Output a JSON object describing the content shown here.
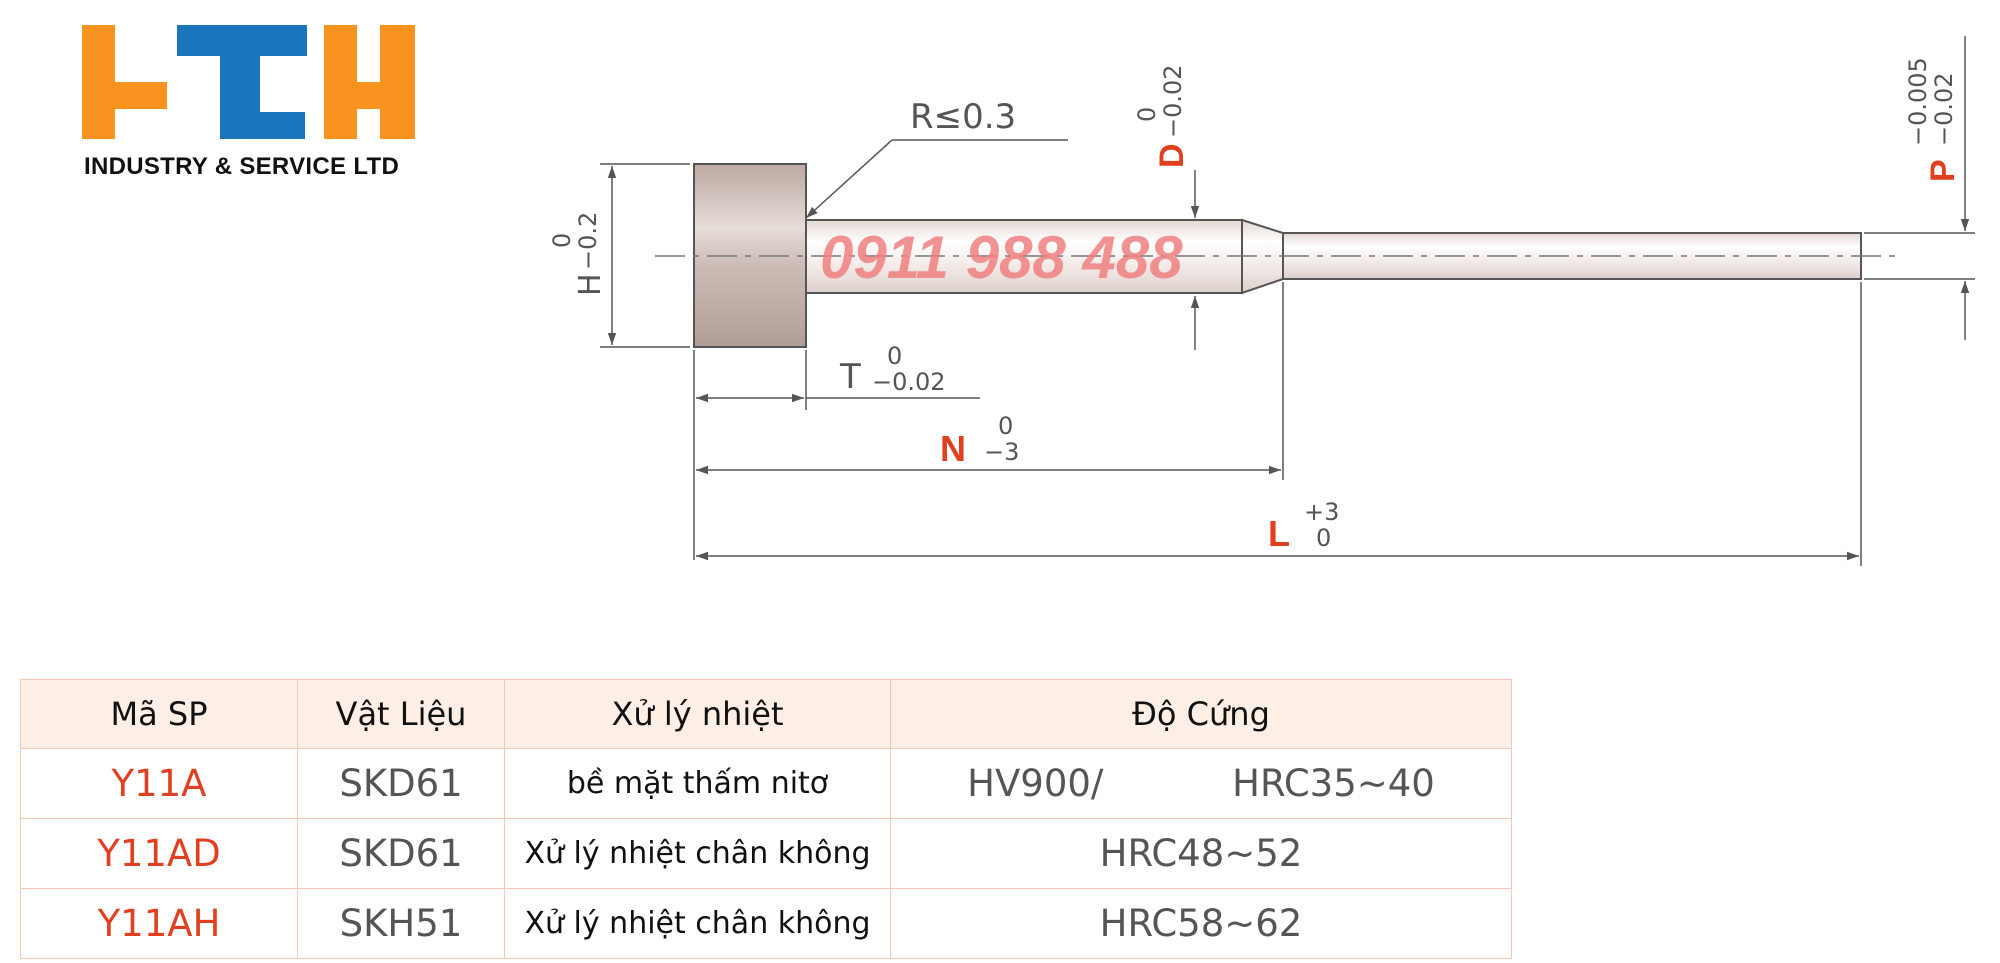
{
  "brand": {
    "subtitle": "INDUSTRY & SERVICE LTD",
    "colors": {
      "orange": "#f7931e",
      "blue": "#1b75bc"
    }
  },
  "drawing": {
    "radius_note": "R≤0.3",
    "phone_watermark": "0911 988 488",
    "dims": {
      "H": {
        "label": "H",
        "upper": "0",
        "lower": "−0.2"
      },
      "T": {
        "label": "T",
        "upper": "0",
        "lower": "−0.02"
      },
      "N": {
        "label": "N",
        "upper": "0",
        "lower": "−3"
      },
      "L": {
        "label": "L",
        "upper": "+3",
        "lower": "0"
      },
      "D": {
        "label": "D",
        "upper": "0",
        "lower": "−0.02"
      },
      "P": {
        "label": "P",
        "upper": "−0.005",
        "lower": "−0.02"
      }
    },
    "colors": {
      "head": "#cdbcb6",
      "shaft": "#f3ecea",
      "accent": "#e04020",
      "line": "#555555"
    }
  },
  "table": {
    "headers": [
      "Mã SP",
      "Vật Liệu",
      "Xử lý nhiệt",
      "Độ Cứng"
    ],
    "rows": [
      {
        "code": "Y11A",
        "material": "SKD61",
        "treatment": "bề mặt thấm nitơ",
        "hardness_a": "HV900/",
        "hardness_b": "HRC35~40"
      },
      {
        "code": "Y11AD",
        "material": "SKD61",
        "treatment": "Xử lý nhiệt chân không",
        "hardness_a": "HRC48~52",
        "hardness_b": ""
      },
      {
        "code": "Y11AH",
        "material": "SKH51",
        "treatment": "Xử lý nhiệt chân không",
        "hardness_a": "HRC58~62",
        "hardness_b": ""
      }
    ]
  }
}
